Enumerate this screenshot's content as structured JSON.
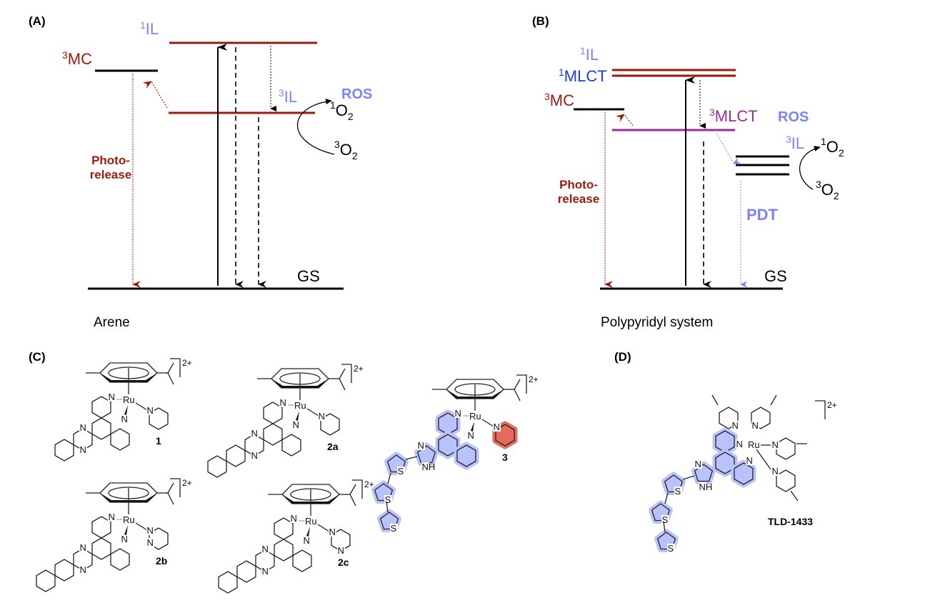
{
  "panels": {
    "A": {
      "label": "(A)",
      "caption": "Arene",
      "states": {
        "singlet_il": {
          "sup": "1",
          "name": "IL"
        },
        "triplet_mc": {
          "sup": "3",
          "name": "MC"
        },
        "triplet_il": {
          "sup": "3",
          "name": "IL"
        },
        "gs": "GS"
      },
      "oxygen": {
        "singlet": {
          "sup": "1",
          "base": "O",
          "sub": "2"
        },
        "triplet": {
          "sup": "3",
          "base": "O",
          "sub": "2"
        }
      },
      "ros": "ROS",
      "photorelease": [
        "Photo-",
        "release"
      ]
    },
    "B": {
      "label": "(B)",
      "caption": "Polypyridyl system",
      "states": {
        "singlet_il": {
          "sup": "1",
          "name": "IL"
        },
        "singlet_mlct": {
          "sup": "1",
          "name": "MLCT"
        },
        "triplet_mc": {
          "sup": "3",
          "name": "MC"
        },
        "triplet_mlct": {
          "sup": "3",
          "name": "MLCT"
        },
        "triplet_il": {
          "sup": "3",
          "name": "IL"
        },
        "gs": "GS"
      },
      "oxygen": {
        "singlet": {
          "sup": "1",
          "base": "O",
          "sub": "2"
        },
        "triplet": {
          "sup": "3",
          "base": "O",
          "sub": "2"
        }
      },
      "ros": "ROS",
      "pdt": "PDT",
      "photorelease": [
        "Photo-",
        "release"
      ]
    },
    "C": {
      "label": "(C)",
      "compounds": [
        {
          "id": "1",
          "ligand": "pyridine",
          "charge": "2+"
        },
        {
          "id": "2a",
          "ligand": "pyridine",
          "charge": "2+"
        },
        {
          "id": "2b",
          "ligand": "pyridazine",
          "charge": "2+"
        },
        {
          "id": "2c",
          "ligand": "pyrimidine",
          "charge": "2+"
        },
        {
          "id": "3",
          "ligand": "pyridine",
          "charge": "2+"
        }
      ],
      "atoms": {
        "metal": "Ru",
        "nitrogen": "N",
        "nh": "NH",
        "sulfur": "S"
      }
    },
    "D": {
      "label": "(D)",
      "compound": {
        "id": "TLD-1433",
        "charge": "2+"
      }
    }
  },
  "colors": {
    "dark_red": "#9b1b0e",
    "light_blue": "#7b84f5",
    "blue": "#1a3cf0",
    "purple": "#9a2e9a",
    "highlight_blue": "#b9c2fb",
    "highlight_red": "#e36a5e"
  }
}
